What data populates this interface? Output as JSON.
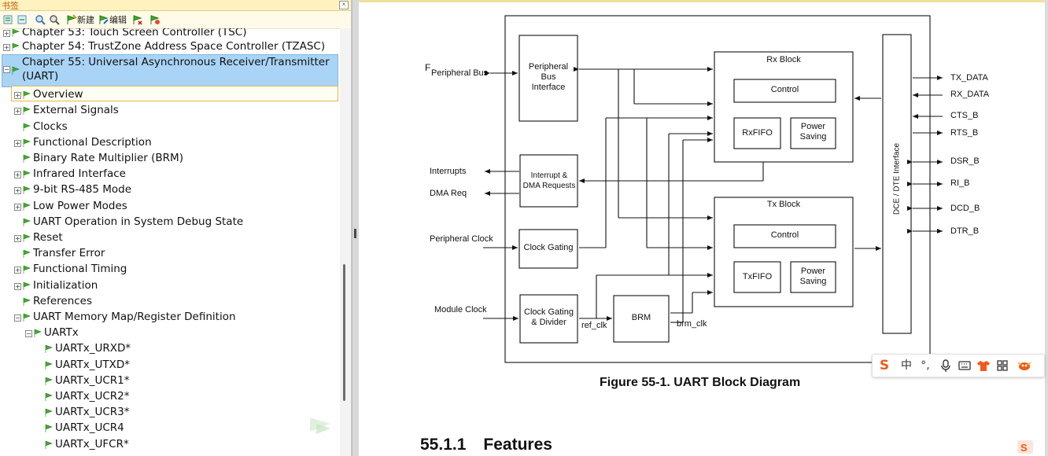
{
  "bookmarks": {
    "title": "书签",
    "close_glyph": "×",
    "toolbar": {
      "new_label": "新建",
      "edit_label": "编辑"
    },
    "items": [
      {
        "label": "Chapter 53: Touch Screen Controller (TSC)",
        "level": 0,
        "expander": "⊞",
        "icon": "bookmark-flag-icon"
      },
      {
        "label": "Chapter 54: TrustZone Address Space Controller (TZASC)",
        "level": 0,
        "expander": "⊞",
        "icon": "bookmark-flag-icon"
      },
      {
        "label": "Chapter 55: Universal Asynchronous Receiver/Transmitter",
        "label_line2": "(UART)",
        "level": 0,
        "expander": "⊟",
        "icon": "bookmark-flag-icon",
        "selected": true
      },
      {
        "label": "Overview",
        "level": 1,
        "expander": "⊞",
        "focused": true
      },
      {
        "label": "External Signals",
        "level": 1,
        "expander": "⊞"
      },
      {
        "label": "Clocks",
        "level": 1,
        "expander": ""
      },
      {
        "label": "Functional Description",
        "level": 1,
        "expander": "⊞"
      },
      {
        "label": "Binary Rate Multiplier (BRM)",
        "level": 1,
        "expander": ""
      },
      {
        "label": "Infrared Interface",
        "level": 1,
        "expander": "⊞"
      },
      {
        "label": "9-bit RS-485 Mode",
        "level": 1,
        "expander": "⊞"
      },
      {
        "label": "Low Power Modes",
        "level": 1,
        "expander": "⊞"
      },
      {
        "label": "UART Operation in System Debug State",
        "level": 1,
        "expander": ""
      },
      {
        "label": "Reset",
        "level": 1,
        "expander": "⊞"
      },
      {
        "label": "Transfer Error",
        "level": 1,
        "expander": ""
      },
      {
        "label": "Functional Timing",
        "level": 1,
        "expander": "⊞"
      },
      {
        "label": "Initialization",
        "level": 1,
        "expander": "⊞"
      },
      {
        "label": "References",
        "level": 1,
        "expander": ""
      },
      {
        "label": "UART Memory Map/Register Definition",
        "level": 1,
        "expander": "⊟"
      },
      {
        "label": "UARTx",
        "level": 2,
        "expander": "⊟"
      },
      {
        "label": "UARTx_URXD*",
        "level": 3,
        "expander": ""
      },
      {
        "label": "UARTx_UTXD*",
        "level": 3,
        "expander": ""
      },
      {
        "label": "UARTx_UCR1*",
        "level": 3,
        "expander": ""
      },
      {
        "label": "UARTx_UCR2*",
        "level": 3,
        "expander": ""
      },
      {
        "label": "UARTx_UCR3*",
        "level": 3,
        "expander": ""
      },
      {
        "label": "UARTx_UCR4",
        "level": 3,
        "expander": ""
      },
      {
        "label": "UARTx_UFCR*",
        "level": 3,
        "expander": ""
      }
    ]
  },
  "document": {
    "diagram": {
      "left_labels": {
        "peripheral_bus": "Peripheral Bus",
        "interrupts": "Interrupts",
        "dma_req": "DMA Req",
        "peripheral_clock": "Peripheral Clock",
        "module_clock": "Module Clock",
        "stray_mark": "F"
      },
      "blocks": {
        "pbi_line1": "Peripheral",
        "pbi_line2": "Bus",
        "pbi_line3": "Interface",
        "int_line1": "Interrupt &",
        "int_line2": "DMA Requests",
        "clock_gating": "Clock Gating",
        "cgd_line1": "Clock Gating",
        "cgd_line2": "& Divider",
        "brm": "BRM",
        "ref_clk": "ref_clk",
        "brm_clk": "brm_clk",
        "rx_block": "Rx Block",
        "rx_control": "Control",
        "rxfifo": "RxFIFO",
        "rx_ps_line1": "Power",
        "rx_ps_line2": "Saving",
        "tx_block": "Tx Block",
        "tx_control": "Control",
        "txfifo": "TxFIFO",
        "tx_ps_line1": "Power",
        "tx_ps_line2": "Saving",
        "dce_dte": "DCE / DTE Interface"
      },
      "right_signals": [
        "TX_DATA",
        "RX_DATA",
        "CTS_B",
        "RTS_B",
        "DSR_B",
        "RI_B",
        "DCD_B",
        "DTR_B"
      ]
    },
    "figure_caption": "Figure 55-1. UART Block Diagram",
    "section_number": "55.1.1",
    "section_title": "Features"
  },
  "ime_toolbar": {
    "logo": "S",
    "lang": "中",
    "punct": "°,"
  },
  "colors": {
    "selection": "#a9d4f6",
    "bookmark_flag": "#3fae2c",
    "ime_logo": "#f05a1c"
  }
}
